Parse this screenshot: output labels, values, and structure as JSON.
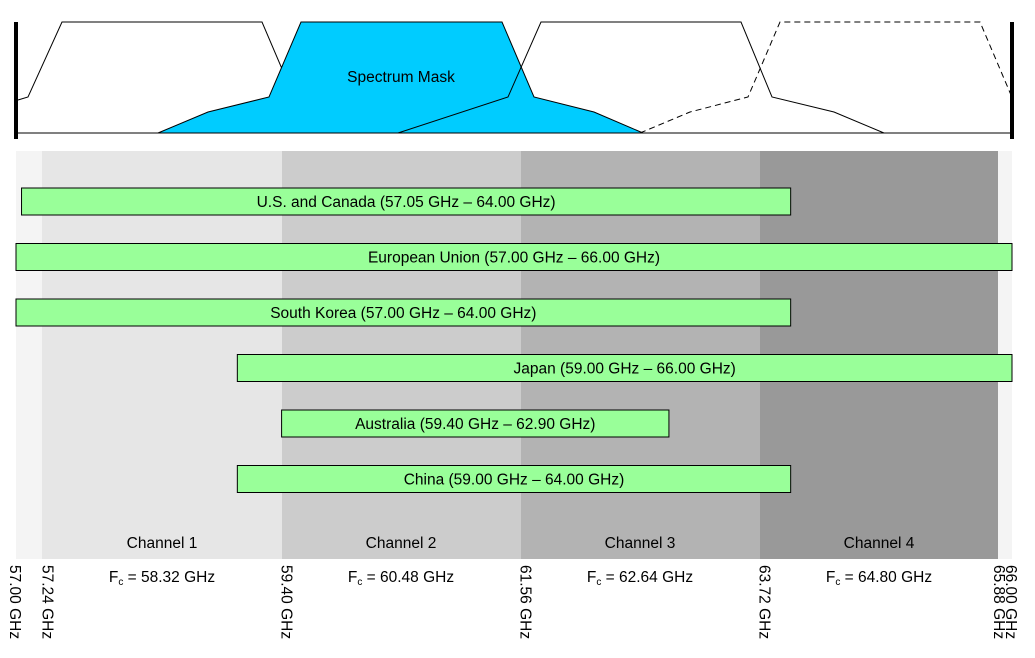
{
  "mask": {
    "label": "Spectrum Mask",
    "active_color": "#00ccff"
  },
  "channels": [
    {
      "name": "Channel 1",
      "fc_label": "F",
      "fc_sub": "c",
      "fc_value": " = 58.32 GHz",
      "fill": "#e6e6e6"
    },
    {
      "name": "Channel 2",
      "fc_label": "F",
      "fc_sub": "c",
      "fc_value": " = 60.48 GHz",
      "fill": "#cccccc"
    },
    {
      "name": "Channel 3",
      "fc_label": "F",
      "fc_sub": "c",
      "fc_value": " = 62.64 GHz",
      "fill": "#b3b3b3"
    },
    {
      "name": "Channel 4",
      "fc_label": "F",
      "fc_sub": "c",
      "fc_value": " = 64.80 GHz",
      "fill": "#999999"
    }
  ],
  "regions": [
    {
      "label": "U.S. and Canada (57.05 GHz – 64.00 GHz)",
      "start": 57.05,
      "end": 64.0
    },
    {
      "label": "European Union (57.00 GHz – 66.00 GHz)",
      "start": 57.0,
      "end": 66.0
    },
    {
      "label": "South Korea (57.00 GHz – 64.00 GHz)",
      "start": 57.0,
      "end": 64.0
    },
    {
      "label": "Japan (59.00 GHz – 66.00 GHz)",
      "start": 59.0,
      "end": 66.0
    },
    {
      "label": "Australia (59.40 GHz – 62.90 GHz)",
      "start": 59.4,
      "end": 62.9
    },
    {
      "label": "China (59.00 GHz – 64.00 GHz)",
      "start": 59.0,
      "end": 64.0
    }
  ],
  "region_color": "#99ff99",
  "axis_ticks": [
    {
      "label": "57.00 GHz",
      "value": 57.0
    },
    {
      "label": "57.24 GHz",
      "value": 57.24
    },
    {
      "label": "59.40 GHz",
      "value": 59.4
    },
    {
      "label": "61.56 GHz",
      "value": 61.56
    },
    {
      "label": "63.72 GHz",
      "value": 63.72
    },
    {
      "label": "65.88 GHz",
      "value": 65.88
    },
    {
      "label": "66.00 GHz",
      "value": 66.0
    }
  ]
}
